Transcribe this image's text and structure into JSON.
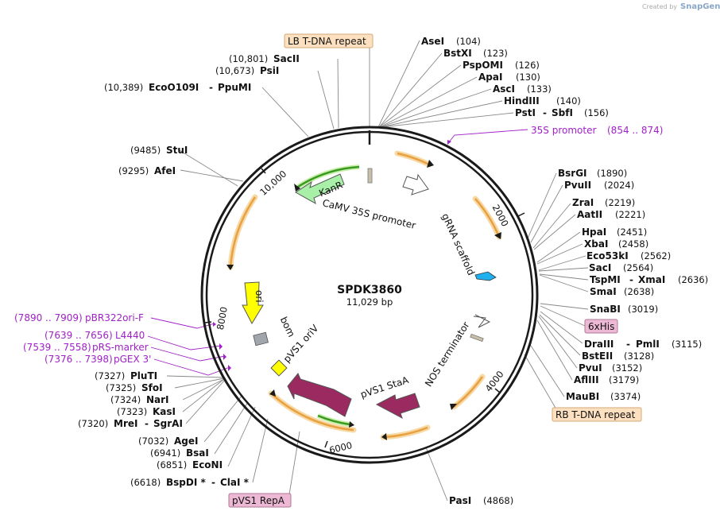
{
  "credit": {
    "prefix": "Created by",
    "brand": "SnapGene"
  },
  "plasmid": {
    "name": "SPDK3860",
    "size": "11,029 bp"
  },
  "ticks": [
    "2000",
    "4000",
    "6000",
    "8000",
    "10,000"
  ],
  "enzymes": {
    "AseI": {
      "name": "AseI",
      "pos": "(104)"
    },
    "BstXI": {
      "name": "BstXI",
      "pos": "(123)"
    },
    "PspOMI": {
      "name": "PspOMI",
      "pos": "(126)"
    },
    "ApaI": {
      "name": "ApaI",
      "pos": "(130)"
    },
    "AscI": {
      "name": "AscI",
      "pos": "(133)"
    },
    "HindIII": {
      "name": "HindIII",
      "pos": "(140)"
    },
    "PstI": {
      "name": "PstI",
      "name2": "SbfI",
      "pos": "(156)"
    },
    "BsrGI": {
      "name": "BsrGI",
      "pos": "(1890)"
    },
    "PvuII": {
      "name": "PvuII",
      "pos": "(2024)"
    },
    "ZraI": {
      "name": "ZraI",
      "pos": "(2219)"
    },
    "AatII": {
      "name": "AatII",
      "pos": "(2221)"
    },
    "HpaI": {
      "name": "HpaI",
      "pos": "(2451)"
    },
    "XbaI": {
      "name": "XbaI",
      "pos": "(2458)"
    },
    "Eco53kI": {
      "name": "Eco53kI",
      "pos": "(2562)"
    },
    "SacI": {
      "name": "SacI",
      "pos": "(2564)"
    },
    "TspMI": {
      "name": "TspMI",
      "name2": "XmaI",
      "pos": "(2636)"
    },
    "SmaI": {
      "name": "SmaI",
      "pos": "(2638)"
    },
    "SnaBI": {
      "name": "SnaBI",
      "pos": "(3019)"
    },
    "DraIII": {
      "name": "DraIII",
      "name2": "PmlI",
      "pos": "(3115)"
    },
    "BstEII": {
      "name": "BstEII",
      "pos": "(3128)"
    },
    "PvuI": {
      "name": "PvuI",
      "pos": "(3152)"
    },
    "AflIII": {
      "name": "AflIII",
      "pos": "(3179)"
    },
    "MauBI": {
      "name": "MauBI",
      "pos": "(3374)"
    },
    "PasI": {
      "name": "PasI",
      "pos": "(4868)"
    },
    "BspDI": {
      "name": "BspDI *",
      "name2": "ClaI *",
      "pos": "(6618)"
    },
    "EcoNI": {
      "name": "EcoNI",
      "pos": "(6851)"
    },
    "BsaI": {
      "name": "BsaI",
      "pos": "(6941)"
    },
    "AgeI": {
      "name": "AgeI",
      "pos": "(7032)"
    },
    "MreI": {
      "name": "MreI",
      "name2": "SgrAI",
      "pos": "(7320)"
    },
    "KasI": {
      "name": "KasI",
      "pos": "(7323)"
    },
    "NarI": {
      "name": "NarI",
      "pos": "(7324)"
    },
    "SfoI": {
      "name": "SfoI",
      "pos": "(7325)"
    },
    "PluTI": {
      "name": "PluTI",
      "pos": "(7327)"
    },
    "AfeI": {
      "name": "AfeI",
      "pos": "(9295)"
    },
    "StuI": {
      "name": "StuI",
      "pos": "(9485)"
    },
    "EcoO109I": {
      "name": "EcoO109I",
      "name2": "PpuMI",
      "pos": "(10,389)"
    },
    "PsiI": {
      "name": "PsiI",
      "pos": "(10,673)"
    },
    "SacII": {
      "name": "SacII",
      "pos": "(10,801)"
    }
  },
  "primers": {
    "p35S": {
      "name": "35S promoter",
      "range": "(854 .. 874)"
    },
    "pBR322": {
      "name": "pBR322ori-F",
      "range": "(7890 .. 7909)"
    },
    "L4440": {
      "name": "L4440",
      "range": "(7639 .. 7656)"
    },
    "pRS": {
      "name": "pRS-marker",
      "range": "(7539 .. 7558)"
    },
    "pGEX": {
      "name": "pGEX 3'",
      "range": "(7376 .. 7398)"
    }
  },
  "boxes": {
    "lb": "LB T-DNA repeat",
    "rb": "RB T-DNA repeat",
    "his": "6xHis",
    "repa": "pVS1 RepA"
  },
  "features": {
    "kanr": "KanR",
    "ori": "ori",
    "camv": "CaMV 35S promoter",
    "grna": "gRNA scaffold",
    "nos": "NOS terminator",
    "stab": "pVS1 StaA",
    "oriv": "pVS1 oriV",
    "bom": "bom"
  },
  "colors": {
    "backbone": "#1a1a1a",
    "orange_arc": "#e8a040",
    "green_arc": "#3a9a20",
    "kanr": "#a8f0a8",
    "pvs1": "#9b2a60",
    "ori": "#ffff00",
    "grna": "#20b0f0",
    "primer": "#a021c8",
    "box_orange": "#fde0c0",
    "box_pink": "#ecb8d4"
  }
}
